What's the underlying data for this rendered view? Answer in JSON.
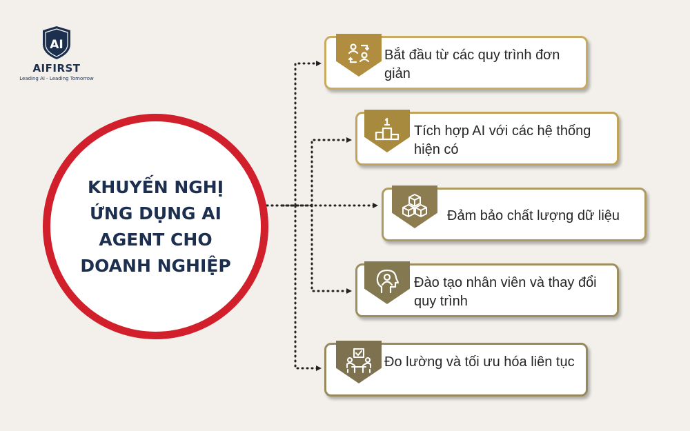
{
  "logo": {
    "name": "AIFIRST",
    "tagline": "Leading AI - Leading Tomorrow"
  },
  "center": {
    "title": "KHUYẾN NGHỊ ỨNG DỤNG AI AGENT CHO DOANH NGHIỆP"
  },
  "items": [
    {
      "label": "Bắt đầu từ các quy trình đơn giản",
      "icon": "people-process-icon"
    },
    {
      "label": "Tích hợp AI với các hệ thống hiện có",
      "icon": "podium-icon"
    },
    {
      "label": "Đảm bảo chất lượng dữ liệu",
      "icon": "cubes-icon"
    },
    {
      "label": "Đào tạo nhân viên và thay đổi quy trình",
      "icon": "head-learning-icon"
    },
    {
      "label": "Đo lường và tối ưu hóa liên tục",
      "icon": "team-checklist-icon"
    }
  ],
  "colors": {
    "circle_border": "#d11f2b",
    "title_text": "#1c2f4e",
    "card_border": "#c4a861",
    "badge": "#a88a3e",
    "background": "#f3f0eb"
  }
}
